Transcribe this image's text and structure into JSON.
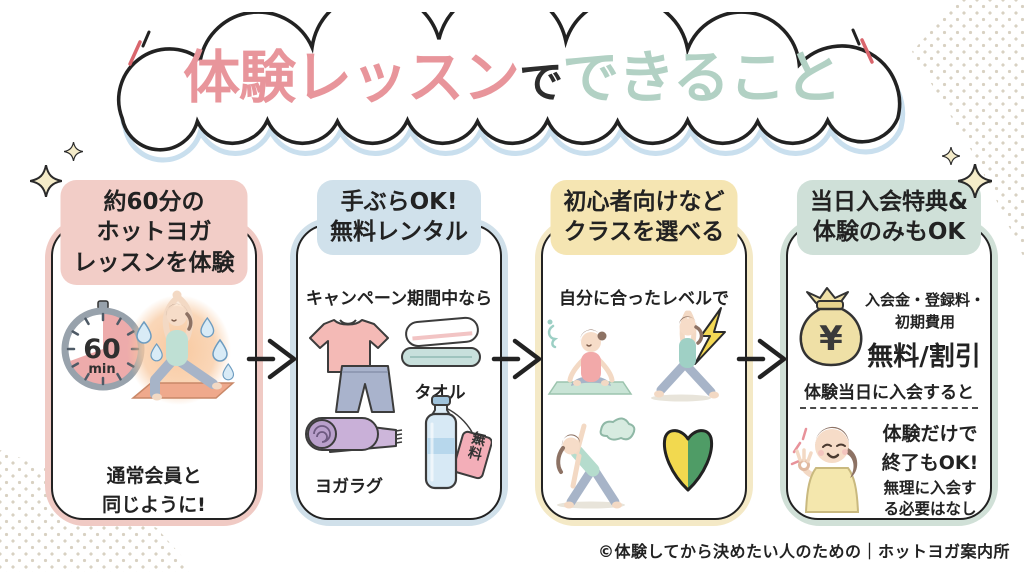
{
  "title": {
    "pink_part": "体験レッスン",
    "connector": "で",
    "teal_part": "できること"
  },
  "cards": [
    {
      "id": "lesson",
      "header_lines": [
        "約60分の",
        "ホットヨガ",
        "レッスンを体験"
      ],
      "timer": {
        "value": "60",
        "unit": "min"
      },
      "caption_lines": [
        "通常会員と",
        "同じように!"
      ]
    },
    {
      "id": "rental",
      "header_lines": [
        "手ぶらOK!",
        "無料レンタル"
      ],
      "subtext": "キャンペーン期間中なら",
      "labels": {
        "towel": "タオル",
        "rug": "ヨガラグ",
        "free_tag": "無料"
      }
    },
    {
      "id": "class",
      "header_lines": [
        "初心者向けなど",
        "クラスを選べる"
      ],
      "subtext": "自分に合ったレベルで"
    },
    {
      "id": "benefit",
      "header_lines": [
        "当日入会特典&",
        "体験のみもOK"
      ],
      "moneybag_symbol": "¥",
      "fees_lines": [
        "入会金・登録料・",
        "初期費用"
      ],
      "free_discount": "無料/割引",
      "condition": "体験当日に入会すると",
      "ok_lines": [
        "体験だけで",
        "終了もOK!"
      ],
      "no_pressure_lines": [
        "無理に入会す",
        "る必要はなし"
      ]
    }
  ],
  "footer": "©体験してから決めたい人のための｜ホットヨガ案内所",
  "icons": {
    "sparkle": "✦",
    "arrow_right": "→",
    "stopwatch": "timer with 60 min",
    "money_bag": "bag with yen mark",
    "beginner_mark": "wakaba leaf mark",
    "ok_hand": "girl making OK sign"
  },
  "colors": {
    "title_pink": "#e8959b",
    "title_teal": "#b2d1c4",
    "cloud_shadow": "#c9dfee",
    "card1_accent": "#f0cac4",
    "card2_accent": "#d0e0ea",
    "card3_accent": "#f4e9c6",
    "card4_accent": "#d0e0d7",
    "outline": "#222222",
    "halftone_dots": "#d8d1c2"
  }
}
